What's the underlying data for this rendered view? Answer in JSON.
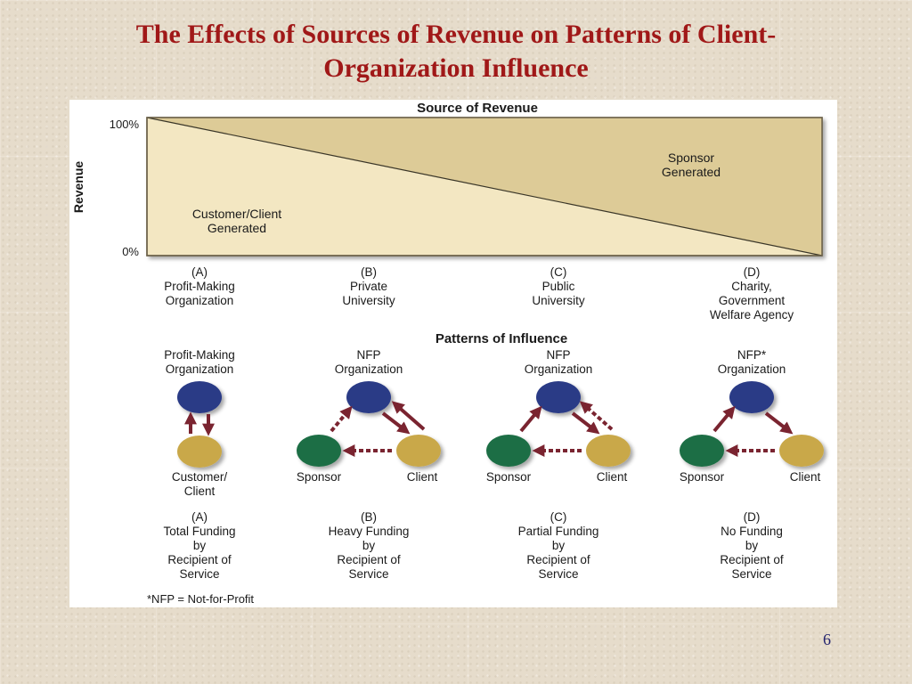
{
  "slide": {
    "title_line1": "The Effects of Sources of Revenue on Patterns of Client-",
    "title_line2": "Organization Influence",
    "page_number": "6"
  },
  "revenue_chart": {
    "title": "Source of Revenue",
    "y_axis_label": "Revenue",
    "y_top_label": "100%",
    "y_bottom_label": "0%",
    "customer_region": {
      "line1": "Customer/Client",
      "line2": "Generated"
    },
    "sponsor_region": {
      "line1": "Sponsor",
      "line2": "Generated"
    },
    "columns": [
      {
        "letter": "(A)",
        "lines": [
          "Profit-Making",
          "Organization"
        ]
      },
      {
        "letter": "(B)",
        "lines": [
          "Private",
          "University"
        ]
      },
      {
        "letter": "(C)",
        "lines": [
          "Public",
          "University"
        ]
      },
      {
        "letter": "(D)",
        "lines": [
          "Charity,",
          "Government",
          "Welfare Agency"
        ]
      }
    ]
  },
  "influence": {
    "title": "Patterns of Influence",
    "diagrams": [
      {
        "org_lines": [
          "Profit-Making",
          "Organization"
        ],
        "client_lines": [
          "Customer/",
          "Client"
        ]
      },
      {
        "org_lines": [
          "NFP",
          "Organization"
        ],
        "sponsor": "Sponsor",
        "client": "Client"
      },
      {
        "org_lines": [
          "NFP",
          "Organization"
        ],
        "sponsor": "Sponsor",
        "client": "Client"
      },
      {
        "org_lines": [
          "NFP*",
          "Organization"
        ],
        "sponsor": "Sponsor",
        "client": "Client"
      }
    ],
    "funding": [
      {
        "letter": "(A)",
        "lines": [
          "Total Funding",
          "by",
          "Recipient of",
          "Service"
        ]
      },
      {
        "letter": "(B)",
        "lines": [
          "Heavy Funding",
          "by",
          "Recipient of",
          "Service"
        ]
      },
      {
        "letter": "(C)",
        "lines": [
          "Partial Funding",
          "by",
          "Recipient of",
          "Service"
        ]
      },
      {
        "letter": "(D)",
        "lines": [
          "No Funding",
          "by",
          "Recipient of",
          "Service"
        ]
      }
    ],
    "footnote": "*NFP = Not-for-Profit"
  },
  "colors": {
    "title_red": "#a01818",
    "org_blue": "#2a3a86",
    "client_gold": "#c9a84a",
    "sponsor_green": "#1f6e44",
    "arrow_maroon": "#7a2430",
    "chart_fill": "#f3e7c2",
    "chart_sponsor_fill": "#ddcb97"
  }
}
